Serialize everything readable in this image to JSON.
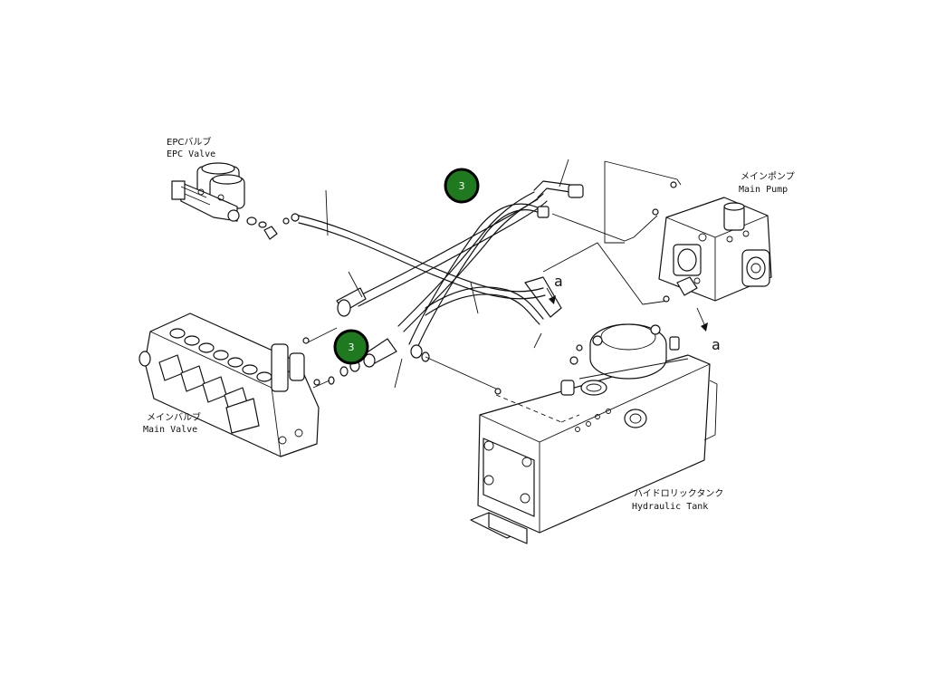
{
  "labels": {
    "epc_valve_jp": "EPCバルブ",
    "epc_valve_en": "EPC Valve",
    "main_pump_jp": "メインポンプ",
    "main_pump_en": "Main Pump",
    "main_valve_jp": "メインバルブ",
    "main_valve_en": "Main Valve",
    "hydraulic_tank_jp": "ハイドロリックタンク",
    "hydraulic_tank_en": "Hydraulic Tank",
    "ref_a_upper": "a",
    "ref_a_lower": "a"
  },
  "markers": [
    {
      "number": "3",
      "color": "#1f7a1f"
    },
    {
      "number": "3",
      "color": "#1f7a1f"
    }
  ]
}
